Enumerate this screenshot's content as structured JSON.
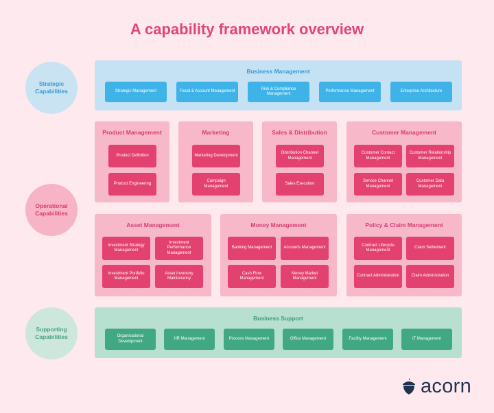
{
  "title": "A capability framework overview",
  "categories": {
    "strategic": "Strategic Capabilities",
    "operational": "Operational Capabilities",
    "supporting": "Supporting Capabilities"
  },
  "business_management": {
    "title": "Business Management",
    "items": [
      "Strategic Management",
      "Fiscal & Account Management",
      "Risk & Compliance Management",
      "Performance Management",
      "Enterprise Architecture"
    ]
  },
  "product_management": {
    "title": "Product Management",
    "items": [
      "Product Definition",
      "Product Engineering"
    ]
  },
  "marketing": {
    "title": "Marketing",
    "items": [
      "Marketing Development",
      "Campaign Management"
    ]
  },
  "sales_distribution": {
    "title": "Sales & Distribution",
    "items": [
      "Distribution Channel Management",
      "Sales Execution"
    ]
  },
  "customer_management": {
    "title": "Customer Management",
    "items": [
      "Customer Contact Management",
      "Customer Relationship Management",
      "Service Channel Management",
      "Customer Data Management"
    ]
  },
  "asset_management": {
    "title": "Asset Management",
    "items": [
      "Investment Strategy Management",
      "Investment Performance Management",
      "Investment Portfolio Management",
      "Asset Inventory Maintenancy"
    ]
  },
  "money_management": {
    "title": "Money Management",
    "items": [
      "Banking Management",
      "Accounts Management",
      "Cash Flow Management",
      "Money Market Management"
    ]
  },
  "policy_claim": {
    "title": "Policy & Claim Management",
    "items": [
      "Contract Lifecycle Management",
      "Claim Settlement",
      "Contract Administration",
      "Claim Administration"
    ]
  },
  "business_support": {
    "title": "Business Support",
    "items": [
      "Organisational Development",
      "HR Management",
      "Process Management",
      "Office Management",
      "Facility Management",
      "IT Management"
    ]
  },
  "logo": {
    "text": "acorn",
    "icon": "acorn-icon",
    "color": "#1f3350"
  },
  "colors": {
    "title": "#e0457b",
    "strategic_box": "#3fb3e8",
    "operational_box": "#e3416f",
    "supporting_box": "#41a884"
  }
}
